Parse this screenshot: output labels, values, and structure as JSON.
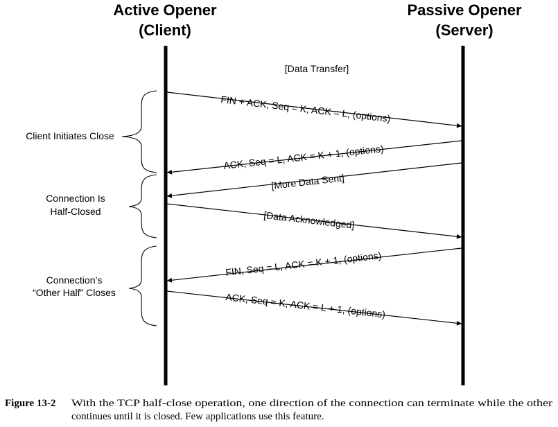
{
  "participants": {
    "client": {
      "line1": "Active Opener",
      "line2": "(Client)"
    },
    "server": {
      "line1": "Passive Opener",
      "line2": "(Server)"
    }
  },
  "note": "[Data Transfer]",
  "messages": [
    {
      "label": "FIN + ACK, Seq = K, ACK = L, (options)",
      "direction": "client-to-server"
    },
    {
      "label": "ACK, Seq = L, ACK = K + 1, (options)",
      "direction": "server-to-client"
    },
    {
      "label": "[More Data Sent]",
      "direction": "server-to-client"
    },
    {
      "label": "[Data Acknowledged]",
      "direction": "client-to-server"
    },
    {
      "label": "FIN, Seq = L, ACK = K + 1, (options)",
      "direction": "server-to-client"
    },
    {
      "label": "ACK, Seq = K, ACK = L + 1, (options)",
      "direction": "client-to-server"
    }
  ],
  "phases": [
    {
      "lines": [
        "Client Initiates Close"
      ]
    },
    {
      "lines": [
        "Connection Is",
        "Half-Closed"
      ]
    },
    {
      "lines": [
        "Connection’s",
        "“Other Half” Closes"
      ]
    }
  ],
  "caption": {
    "number": "Figure 13-2",
    "line1": "With the TCP half-close operation, one direction of the connection can terminate while the other",
    "line2": "continues until it is closed. Few applications use this feature."
  }
}
